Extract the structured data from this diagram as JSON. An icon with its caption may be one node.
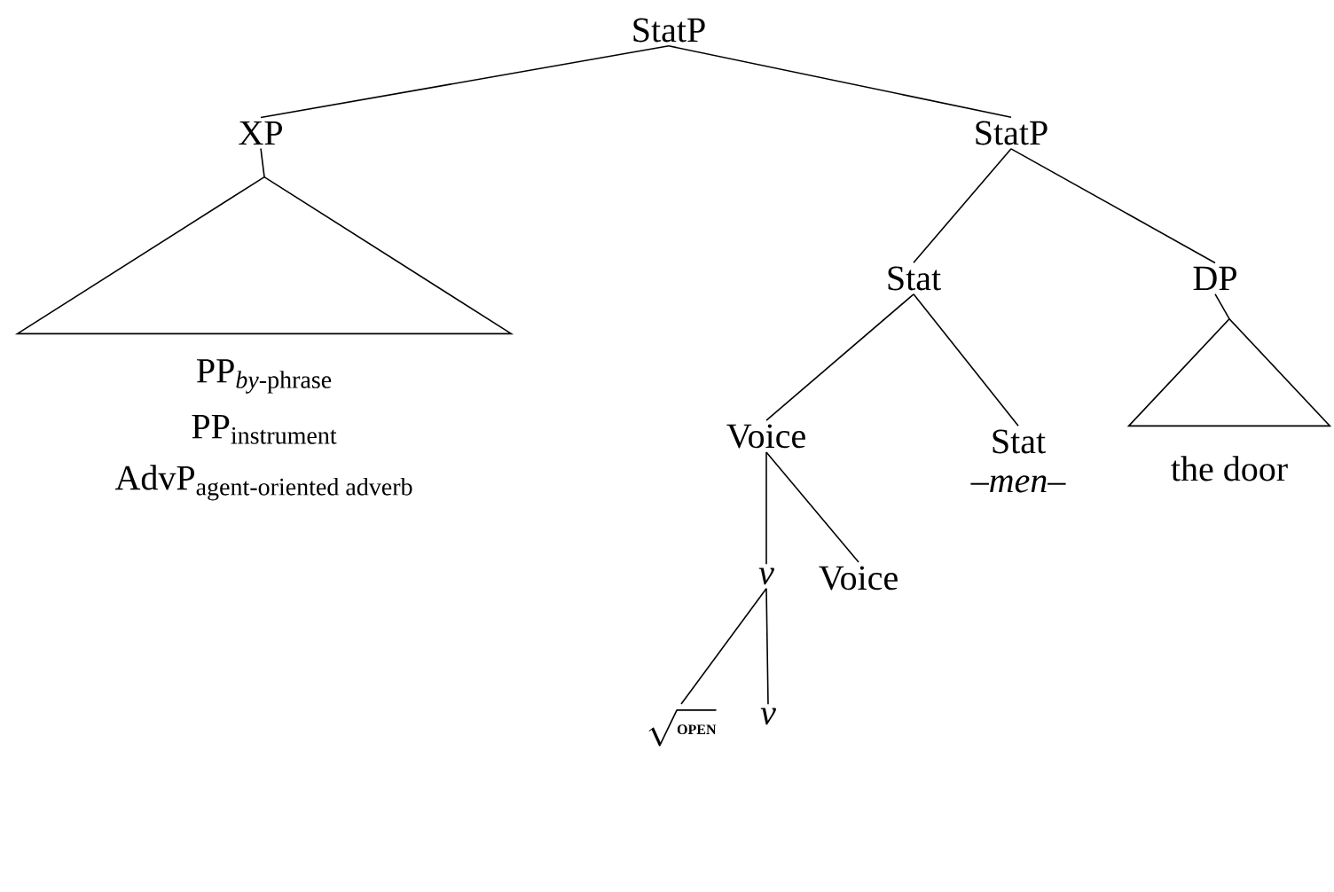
{
  "diagram": {
    "nodes": [
      {
        "text": [
          "StatP"
        ]
      },
      {
        "text": [
          "XP"
        ]
      },
      {
        "text": [],
        "shape": "triangle",
        "beside": [
          "\\mathrm{PP}_{\\textit{by}\\text{-phrase}}",
          "\\mathrm{PP}_{\\text{instrument}}",
          "\\mathrm{AdvP}_{\\text{agent-oriented adverb}}"
        ]
      },
      {
        "text": [
          "StatP"
        ]
      },
      {
        "text": [
          "Stat"
        ]
      },
      {
        "text": [
          "DP"
        ]
      },
      {
        "text": [],
        "shape": "triangle",
        "beside": [
          "the door"
        ]
      },
      {
        "text": [
          "Voice"
        ]
      },
      {
        "text": [
          "Stat",
          "–*men*–"
        ]
      },
      {
        "text": [
          "v"
        ]
      },
      {
        "text": [
          "Voice"
        ]
      },
      {
        "text": [
          "\\sqrt{\\text{\\bfseries\\footnotesize OPEN}}"
        ]
      },
      {
        "text": [
          "v"
        ]
      }
    ],
    "edges": [
      {
        "from": 0,
        "to": 1,
        "arrow": "none"
      },
      {
        "from": 0,
        "to": 3,
        "arrow": "none"
      },
      {
        "from": 1,
        "to": 2,
        "arrow": "none"
      },
      {
        "from": 3,
        "to": 4,
        "arrow": "none"
      },
      {
        "from": 3,
        "to": 5,
        "arrow": "none"
      },
      {
        "from": 5,
        "to": 6,
        "arrow": "none"
      },
      {
        "from": 4,
        "to": 7,
        "arrow": "none"
      },
      {
        "from": 4,
        "to": 8,
        "arrow": "none"
      },
      {
        "from": 7,
        "to": 9,
        "arrow": "none"
      },
      {
        "from": 7,
        "to": 10,
        "arrow": "none"
      },
      {
        "from": 9,
        "to": 11,
        "arrow": "none"
      },
      {
        "from": 9,
        "to": 12,
        "arrow": "none"
      }
    ]
  }
}
